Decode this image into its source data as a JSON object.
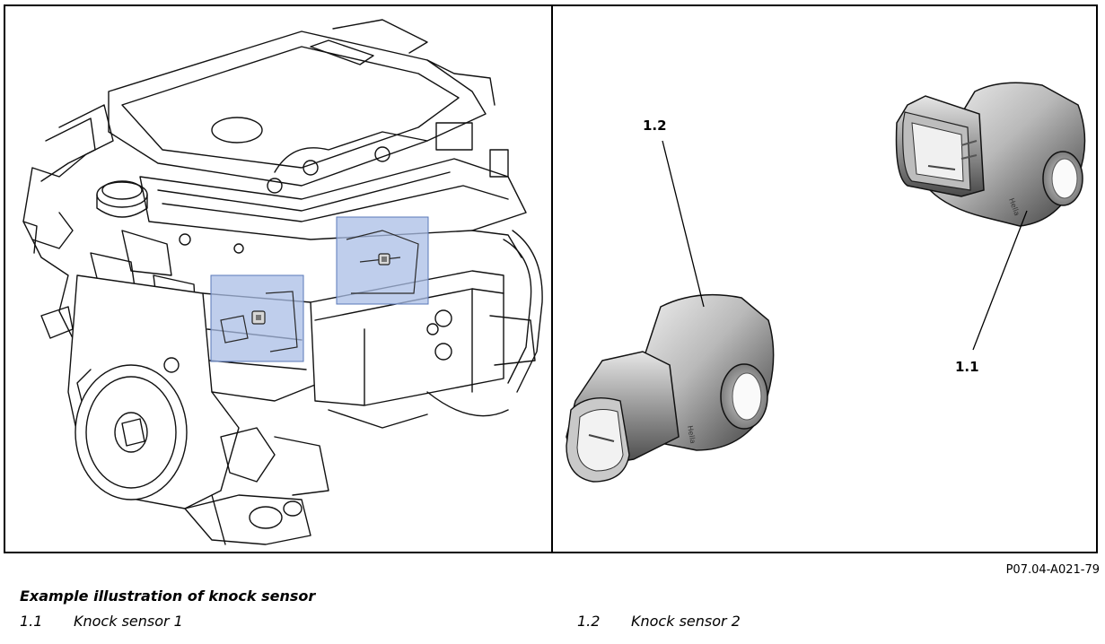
{
  "figure": {
    "id": "P07.04-A021-79",
    "title": "Example illustration of knock sensor",
    "callouts": {
      "sensor_1": "1.1",
      "sensor_2": "1.2"
    },
    "legend": [
      {
        "number": "1.1",
        "label": "Knock sensor 1"
      },
      {
        "number": "1.2",
        "label": "Knock sensor 2"
      }
    ],
    "highlight_color": "#a9bde6"
  }
}
